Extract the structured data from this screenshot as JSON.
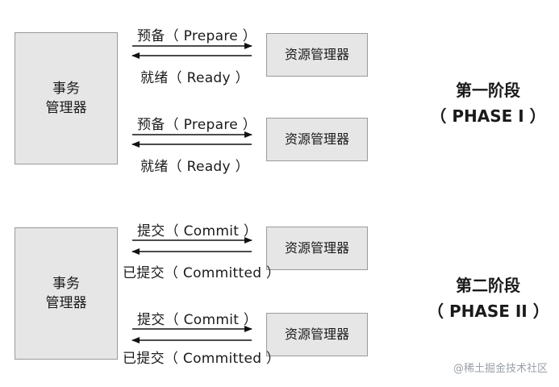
{
  "phase1": {
    "transaction_manager": {
      "line1": "事务",
      "line2": "管理器"
    },
    "exchanges": [
      {
        "resource_manager": "资源管理器",
        "request": "预备（ Prepare ）",
        "response": "就绪（ Ready ）"
      },
      {
        "resource_manager": "资源管理器",
        "request": "预备（ Prepare ）",
        "response": "就绪（ Ready ）"
      }
    ],
    "title": "第一阶段",
    "subtitle": "（ PHASE I ）"
  },
  "phase2": {
    "transaction_manager": {
      "line1": "事务",
      "line2": "管理器"
    },
    "exchanges": [
      {
        "resource_manager": "资源管理器",
        "request": "提交（ Commit ）",
        "response": "已提交（ Committed ）"
      },
      {
        "resource_manager": "资源管理器",
        "request": "提交（ Commit ）",
        "response": "已提交（ Committed ）"
      }
    ],
    "title": "第二阶段",
    "subtitle": "（ PHASE II ）"
  },
  "watermark": "@稀土掘金技术社区"
}
